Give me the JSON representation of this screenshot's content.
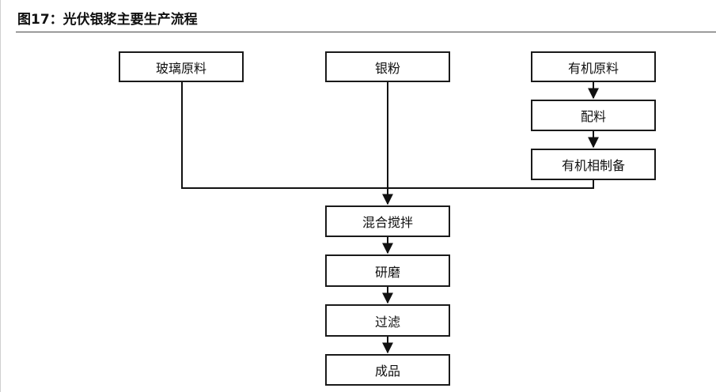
{
  "title": "图17：光伏银浆主要生产流程",
  "nodes": {
    "glass": "玻璃原料",
    "silver_powder": "银粉",
    "organic_raw": "有机原料",
    "batching": "配料",
    "organic_phase": "有机相制备",
    "mixing": "混合搅拌",
    "grinding": "研磨",
    "filtering": "过滤",
    "product": "成品"
  }
}
